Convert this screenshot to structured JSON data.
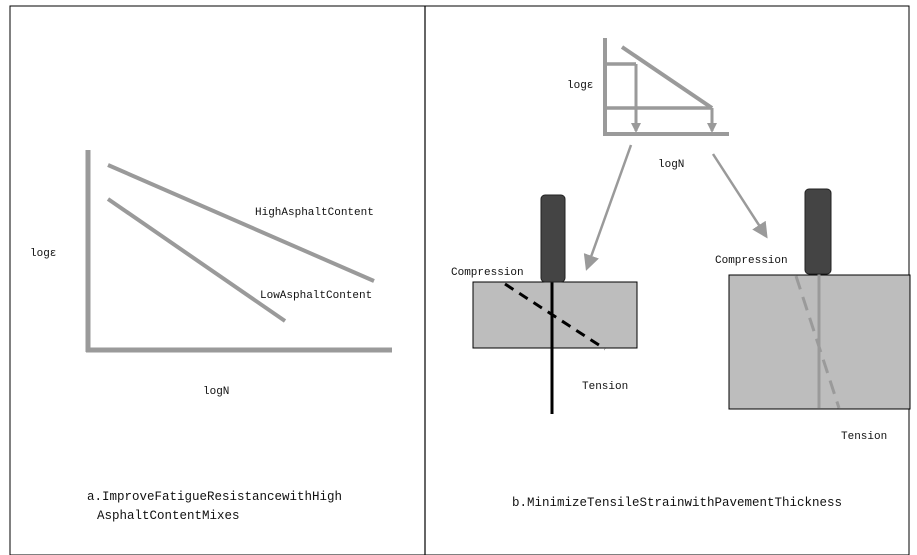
{
  "panel_a": {
    "y_label": "logε",
    "x_label": "logN",
    "high_label": "HighAsphaltContent",
    "low_label": "LowAsphaltContent",
    "caption_line1": "a.ImproveFatigueResistancewithHigh",
    "caption_line2": "AsphaltContentMixes"
  },
  "panel_b": {
    "inset_y_label": "logε",
    "inset_x_label": "logN",
    "left_compression": "Compression",
    "left_tension": "Tension",
    "right_compression": "Compression",
    "right_tension": "Tension",
    "caption": "b.MinimizeTensileStrainwithPavementThickness"
  },
  "colors": {
    "gray": "#9a9a9a",
    "slab": "#bdbdbd",
    "load": "#444444",
    "black": "#000000"
  }
}
